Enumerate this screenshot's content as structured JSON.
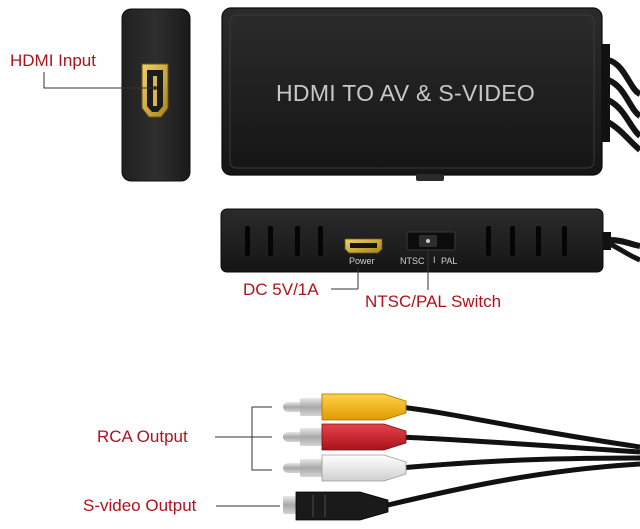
{
  "device": {
    "title": "HDMI TO AV & S-VIDEO",
    "port_power": "Power",
    "port_ntsc": "NTSC",
    "port_pal": "PAL",
    "body_color": "#1e1e1e"
  },
  "callouts": {
    "hdmi_input": "HDMI Input",
    "dc": "DC 5V/1A",
    "switch": "NTSC/PAL Switch",
    "rca": "RCA Output",
    "svideo": "S-video Output"
  },
  "colors": {
    "label_red": "#b0121b",
    "hdmi_gold": "#c9a227",
    "rca_yellow": "#f3b300",
    "rca_red": "#cc1f2b",
    "rca_white": "#eeeeee",
    "leader_line": "#333333"
  },
  "icons": [
    "hdmi-port-icon",
    "mini-hdmi-port-icon",
    "vent-slot-icon",
    "rca-plug-icon",
    "svideo-plug-icon"
  ]
}
